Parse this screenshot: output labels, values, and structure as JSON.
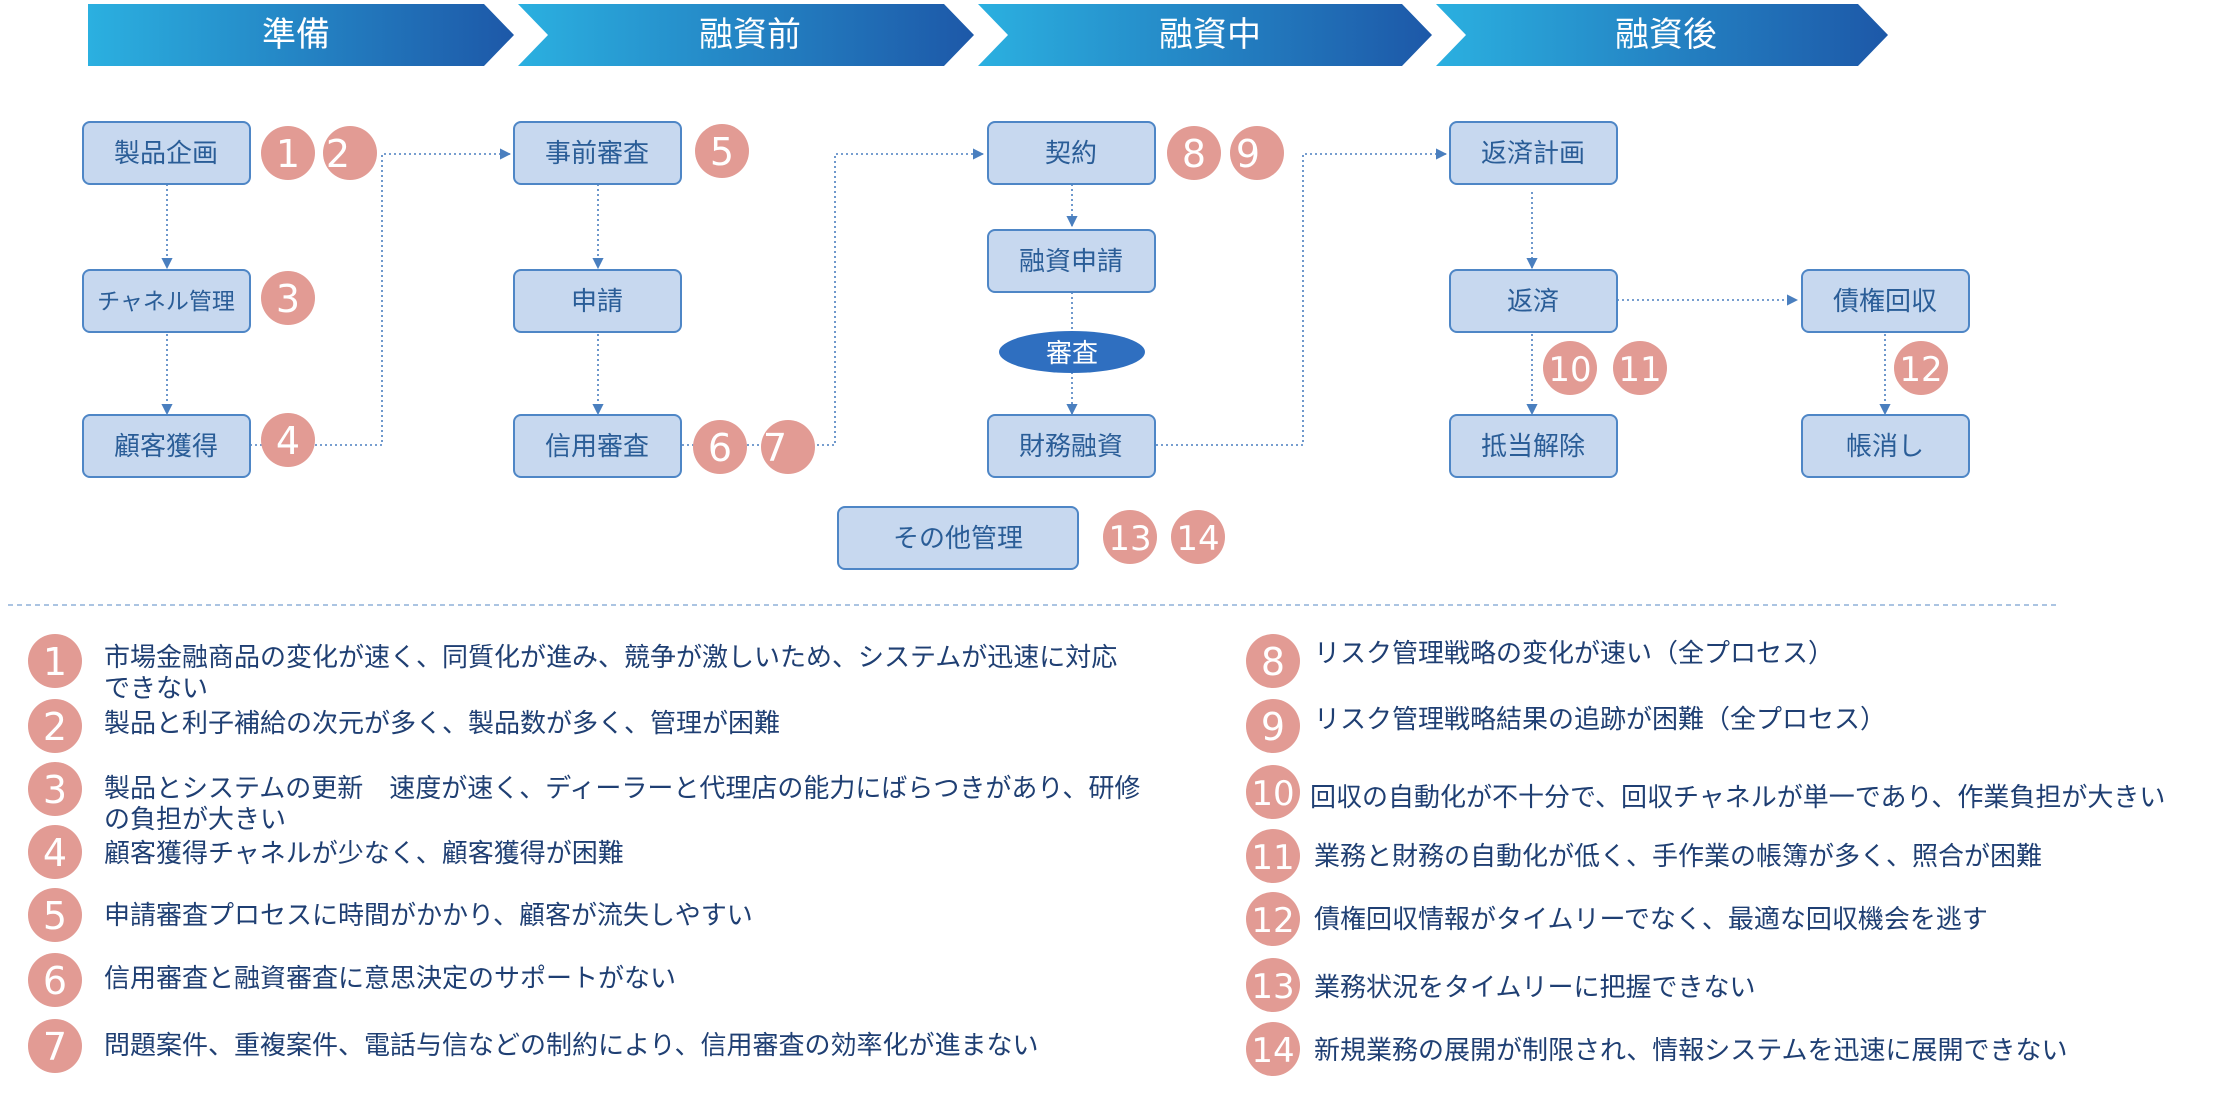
{
  "stages": [
    {
      "label": "準備"
    },
    {
      "label": "融資前"
    },
    {
      "label": "融資中"
    },
    {
      "label": "融資後"
    }
  ],
  "boxes": {
    "product_planning": "製品企画",
    "channel_mgmt": "チャネル管理",
    "customer_acq": "顧客獲得",
    "pre_review": "事前審査",
    "application": "申請",
    "credit_review": "信用審査",
    "contract": "契約",
    "loan_application": "融資申請",
    "review": "審査",
    "financial_loan": "財務融資",
    "repayment_plan": "返済計画",
    "repayment": "返済",
    "debt_collection": "債権回収",
    "collateral_release": "抵当解除",
    "write_off": "帳消し",
    "other_mgmt": "その他管理"
  },
  "badges": [
    "1",
    "2",
    "3",
    "4",
    "5",
    "6",
    "7",
    "8",
    "9",
    "10",
    "11",
    "12",
    "13",
    "14"
  ],
  "issues": [
    {
      "num": "1",
      "lines": [
        "市場金融商品の変化が速く、同質化が進み、競争が激しいため、システムが迅速に対応",
        "できない"
      ]
    },
    {
      "num": "2",
      "lines": [
        "製品と利子補給の次元が多く、製品数が多く、管理が困難"
      ]
    },
    {
      "num": "3",
      "lines": [
        "製品とシステムの更新　速度が速く、ディーラーと代理店の能力にばらつきがあり、研修",
        "の負担が大きい"
      ]
    },
    {
      "num": "4",
      "lines": [
        "顧客獲得チャネルが少なく、顧客獲得が困難"
      ]
    },
    {
      "num": "5",
      "lines": [
        "申請審査プロセスに時間がかかり、顧客が流失しやすい"
      ]
    },
    {
      "num": "6",
      "lines": [
        "信用審査と融資審査に意思決定のサポートがない"
      ]
    },
    {
      "num": "7",
      "lines": [
        "問題案件、重複案件、電話与信などの制約により、信用審査の効率化が進まない"
      ]
    },
    {
      "num": "8",
      "lines": [
        "リスク管理戦略の変化が速い（全プロセス）"
      ]
    },
    {
      "num": "9",
      "lines": [
        "リスク管理戦略結果の追跡が困難（全プロセス）"
      ]
    },
    {
      "num": "10",
      "lines": [
        "回収の自動化が不十分で、回収チャネルが単一であり、作業負担が大きい"
      ]
    },
    {
      "num": "11",
      "lines": [
        "業務と財務の自動化が低く、手作業の帳簿が多く、照合が困難"
      ]
    },
    {
      "num": "12",
      "lines": [
        "債権回収情報がタイムリーでなく、最適な回収機会を逃す"
      ]
    },
    {
      "num": "13",
      "lines": [
        "業務状況をタイムリーに把握できない"
      ]
    },
    {
      "num": "14",
      "lines": [
        "新規業務の展開が制限され、情報システムを迅速に展開できない"
      ]
    }
  ],
  "colors": {
    "stage_start": "#2bb0e0",
    "stage_end": "#1d58a8",
    "box_fill": "#c7d8ef",
    "box_stroke": "#4e86c6",
    "badge": "#e29b94",
    "text": "#1f3f73"
  }
}
